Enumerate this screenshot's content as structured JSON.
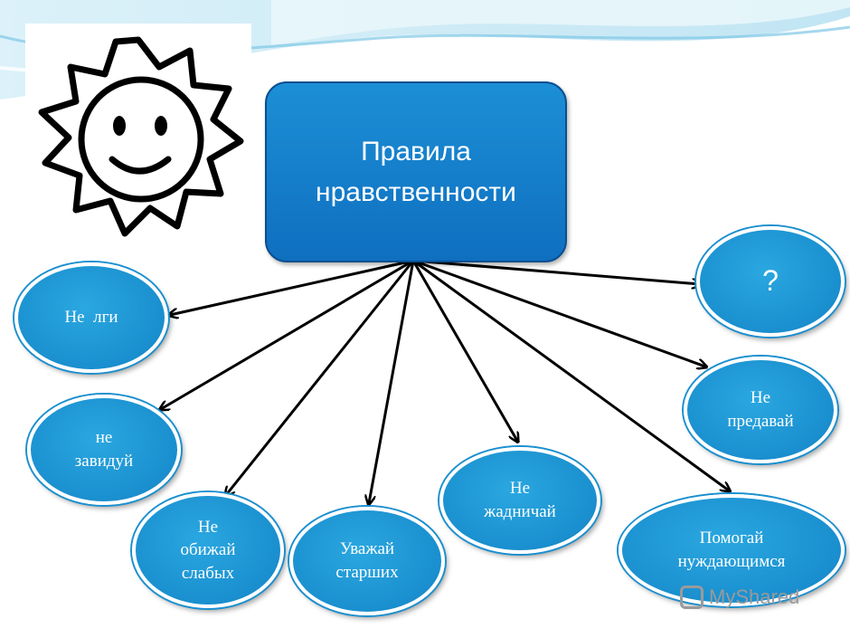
{
  "center": {
    "title": "Правила\nнравственности"
  },
  "bubbles": {
    "ne_lgi": "Не  лги",
    "ne_zaviduy": "не\nзавидуй",
    "ne_obizhay": "Не\nобижай\nслабых",
    "uvazhay": "Уважай\nстарших",
    "ne_zhadnichay": "Не\nжадничай",
    "pomogay": "Помогай\nнуждающимся",
    "ne_predavay": "Не\nпредавай",
    "question": "?"
  },
  "watermark": {
    "text": "MyShared"
  },
  "colors": {
    "bubble": "#1a8fcf",
    "center_box": "#1281cc",
    "arrow": "#000000"
  }
}
